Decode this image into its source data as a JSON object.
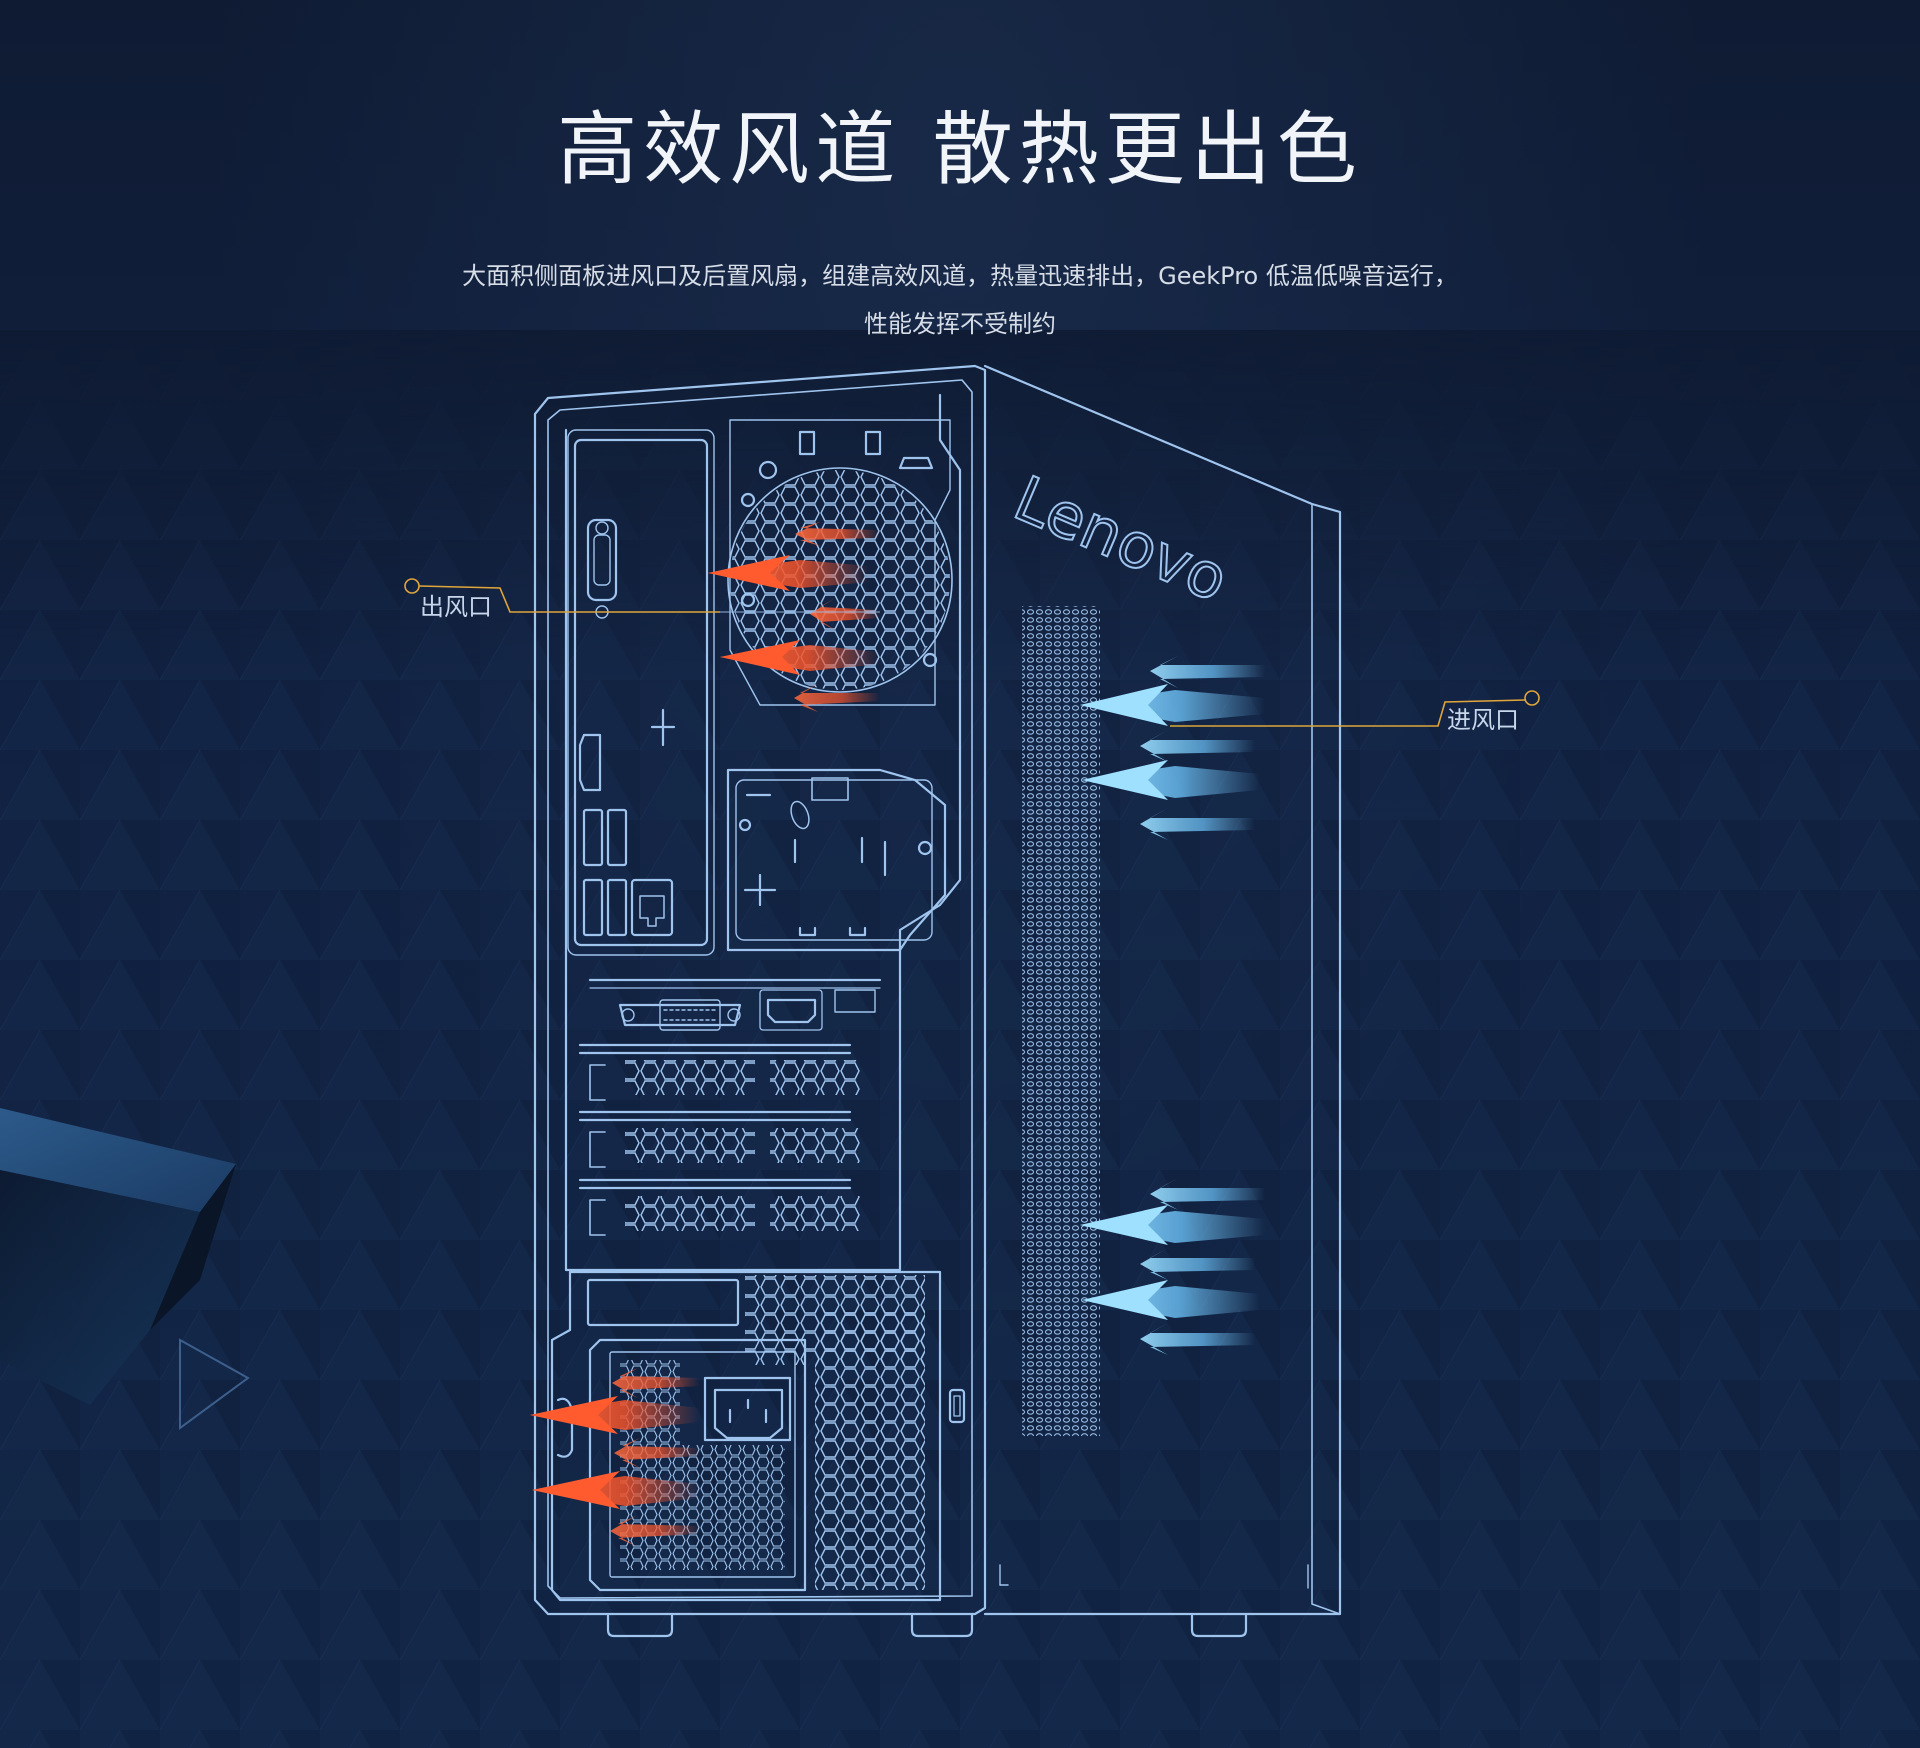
{
  "header": {
    "title": "高效风道 散热更出色",
    "description_line1": "大面积侧面板进风口及后置风扇，组建高效风道，热量迅速排出，GeekPro 低温低噪音运行，",
    "description_line2": "性能发挥不受制约"
  },
  "diagram": {
    "brand": "Lenovo",
    "exhaust_label": "出风口",
    "intake_label": "进风口"
  },
  "colors": {
    "background": "#0f1b33",
    "line": "#9fc4ee",
    "exhaust_arrow": "#f0522a",
    "intake_arrow": "#7ed1ff",
    "callout_dot": "#e0a63b"
  }
}
